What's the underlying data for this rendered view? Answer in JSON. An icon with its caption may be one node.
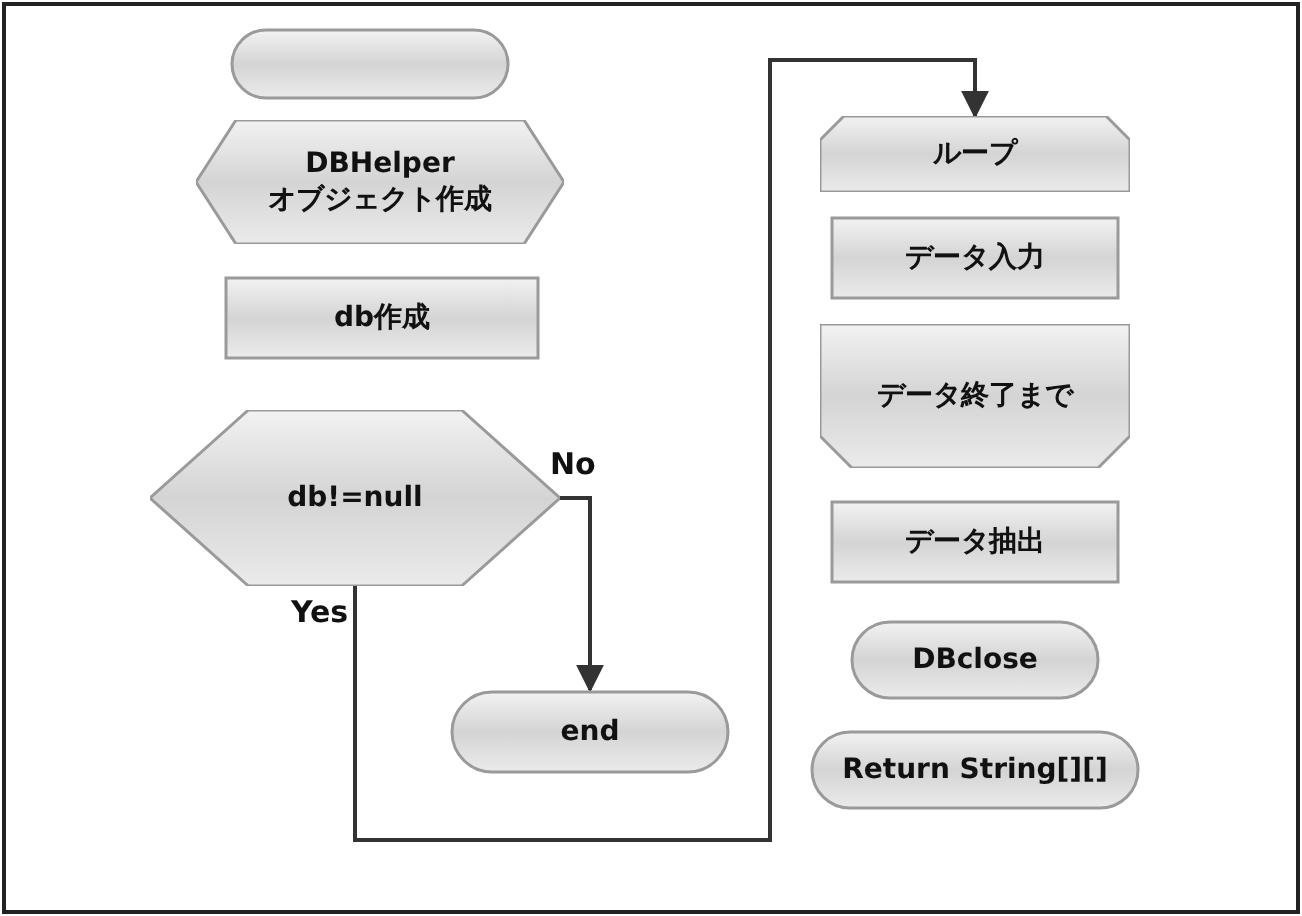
{
  "diagram": {
    "nodes": [
      {
        "text": [],
        "shape": "oval"
      },
      {
        "text": [
          "DBHelper オブジェクト作成"
        ]
      },
      {
        "text": [
          "db作成"
        ]
      },
      {
        "text": [
          "db!=null"
        ]
      },
      {
        "text": [
          "end"
        ]
      },
      {
        "text": [
          "ループ"
        ]
      },
      {
        "text": [
          "データ入力"
        ]
      },
      {
        "text": [
          "データ終了まで"
        ]
      },
      {
        "text": [
          "データ抽出"
        ]
      },
      {
        "text": [
          "DBclose"
        ]
      },
      {
        "text": [
          "Return String[][]"
        ]
      }
    ],
    "edges": [
      {
        "from": 3,
        "to": 4,
        "arrow": "to",
        "label": "No"
      },
      {
        "from": 3,
        "to": 5,
        "arrow": "to",
        "label": "Yes"
      }
    ]
  }
}
